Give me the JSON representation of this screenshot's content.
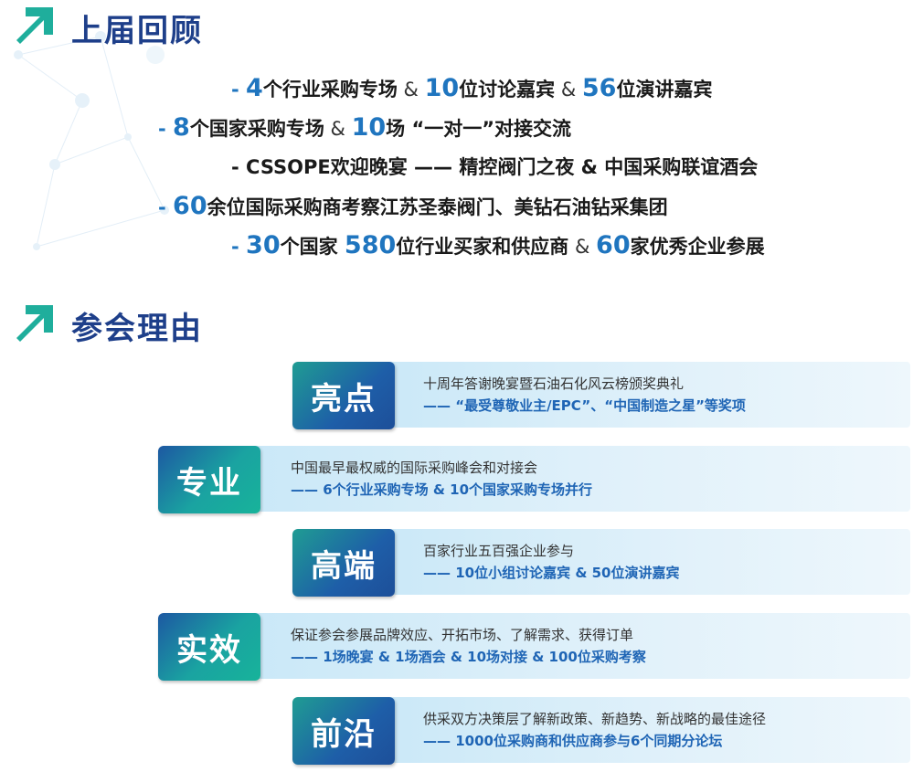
{
  "section1": {
    "title": "上届回顾"
  },
  "review": {
    "line1": {
      "dash": "- ",
      "n1": "4",
      "t1": "个行业采购专场",
      "amp1": " & ",
      "n2": "10",
      "t2": "位讨论嘉宾",
      "amp2": " & ",
      "n3": "56",
      "t3": "位演讲嘉宾"
    },
    "line2": {
      "dash": "- ",
      "n1": "8",
      "t1": "个国家采购专场",
      "amp1": " & ",
      "n2": "10",
      "t2": "场 “一对一”对接交流"
    },
    "line3": {
      "text": "- CSSOPE欢迎晚宴 —— 精控阀门之夜 & 中国采购联谊酒会"
    },
    "line4": {
      "dash": "- ",
      "n1": "60",
      "t1": "余位国际采购商考察江苏圣泰阀门、美钻石油钻采集团"
    },
    "line5": {
      "dash": "- ",
      "n1": "30",
      "t1": "个国家 ",
      "n2": "580",
      "t2": "位行业买家和供应商",
      "amp1": " & ",
      "n3": "60",
      "t3": "家优秀企业参展"
    }
  },
  "section2": {
    "title": "参会理由"
  },
  "reasons": [
    {
      "badge": "亮点",
      "line1": "十周年答谢晚宴暨石油石化风云榜颁奖典礼",
      "line2": "—— “最受尊敬业主/EPC”、“中国制造之星”等奖项"
    },
    {
      "badge": "专业",
      "line1": "中国最早最权威的国际采购峰会和对接会",
      "line2": "—— 6个行业采购专场 & 10个国家采购专场并行"
    },
    {
      "badge": "高端",
      "line1": "百家行业五百强企业参与",
      "line2": "—— 10位小组讨论嘉宾 & 50位演讲嘉宾"
    },
    {
      "badge": "实效",
      "line1": "保证参会参展品牌效应、开拓市场、了解需求、获得订单",
      "line2": "—— 1场晚宴 & 1场酒会 & 10场对接 & 100位采购考察"
    },
    {
      "badge": "前沿",
      "line1": "供采双方决策层了解新政策、新趋势、新战略的最佳途径",
      "line2": "—— 1000位采购商和供应商参与6个同期分论坛"
    }
  ],
  "colors": {
    "title": "#1e3f8a",
    "number": "#1f75bf",
    "arrow": "#1fae9c"
  },
  "icons": {
    "arrow": "arrow-up-right-icon"
  }
}
